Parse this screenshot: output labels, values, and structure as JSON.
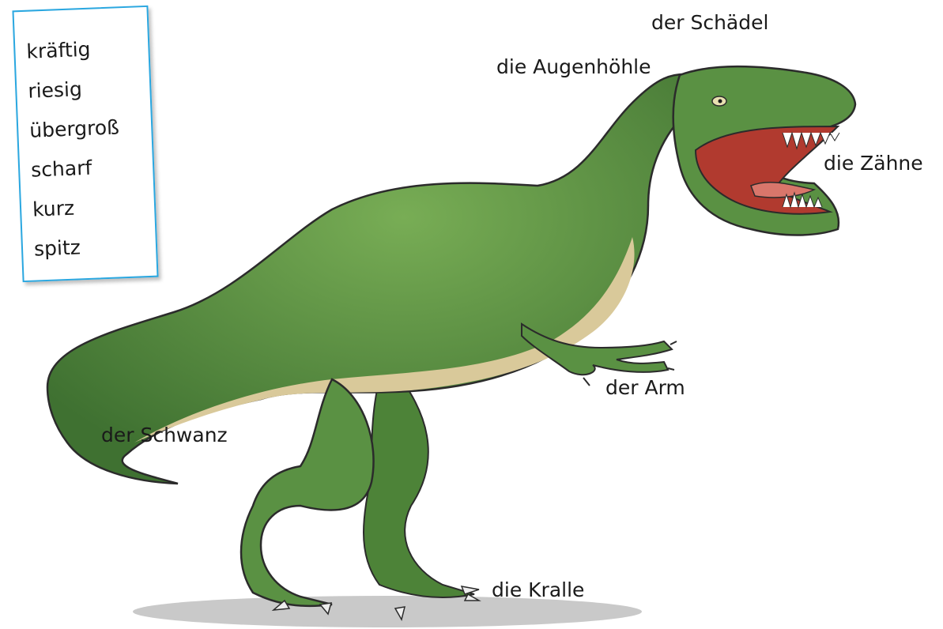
{
  "word_box": {
    "words": [
      "kräftig",
      "riesig",
      "übergroß",
      "scharf",
      "kurz",
      "spitz"
    ]
  },
  "labels": {
    "skull": "der Schädel",
    "eye_socket": "die Augenhöhle",
    "teeth": "die Zähne",
    "arm": "der Arm",
    "tail": "der Schwanz",
    "claw": "die Kralle"
  },
  "illustration": {
    "subject": "tyrannosaurus-rex",
    "colors": {
      "body": "#5e9446",
      "body_dark": "#3d6d2f",
      "belly": "#d9c99a",
      "mouth": "#b13a2f",
      "tongue": "#d9766b",
      "shadow": "#c9c9c9",
      "box_border": "#2aa7e0"
    }
  }
}
